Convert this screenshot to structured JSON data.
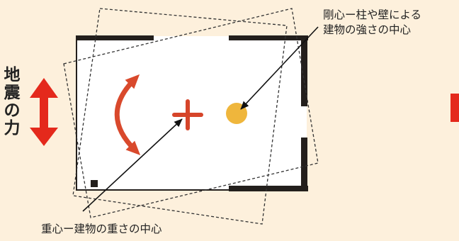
{
  "seismic_force": {
    "label": "地震の力",
    "chars": [
      "地",
      "震",
      "の",
      "力"
    ]
  },
  "callouts": {
    "rigidity_center": {
      "line1": "剛心ー柱や壁による",
      "line2": "建物の強さの中心"
    },
    "gravity_center": {
      "line1": "重心ー建物の重さの中心"
    }
  },
  "colors": {
    "background": "#fdf0dc",
    "plan_fill": "#ffffff",
    "wall": "#231f1c",
    "arrow_red": "#e4291c",
    "rotation_arrow": "#d9492c",
    "gravity_mark": "#d6452a",
    "rigidity_dot": "#efb63c",
    "leader": "#111111",
    "dashed_outline": "#333333",
    "text": "#222222"
  },
  "icons": {
    "rotation": "curved-double-arrow-icon",
    "gravity": "plus-mark-icon",
    "rigidity": "filled-circle-icon",
    "force": "vertical-double-arrow-icon"
  }
}
